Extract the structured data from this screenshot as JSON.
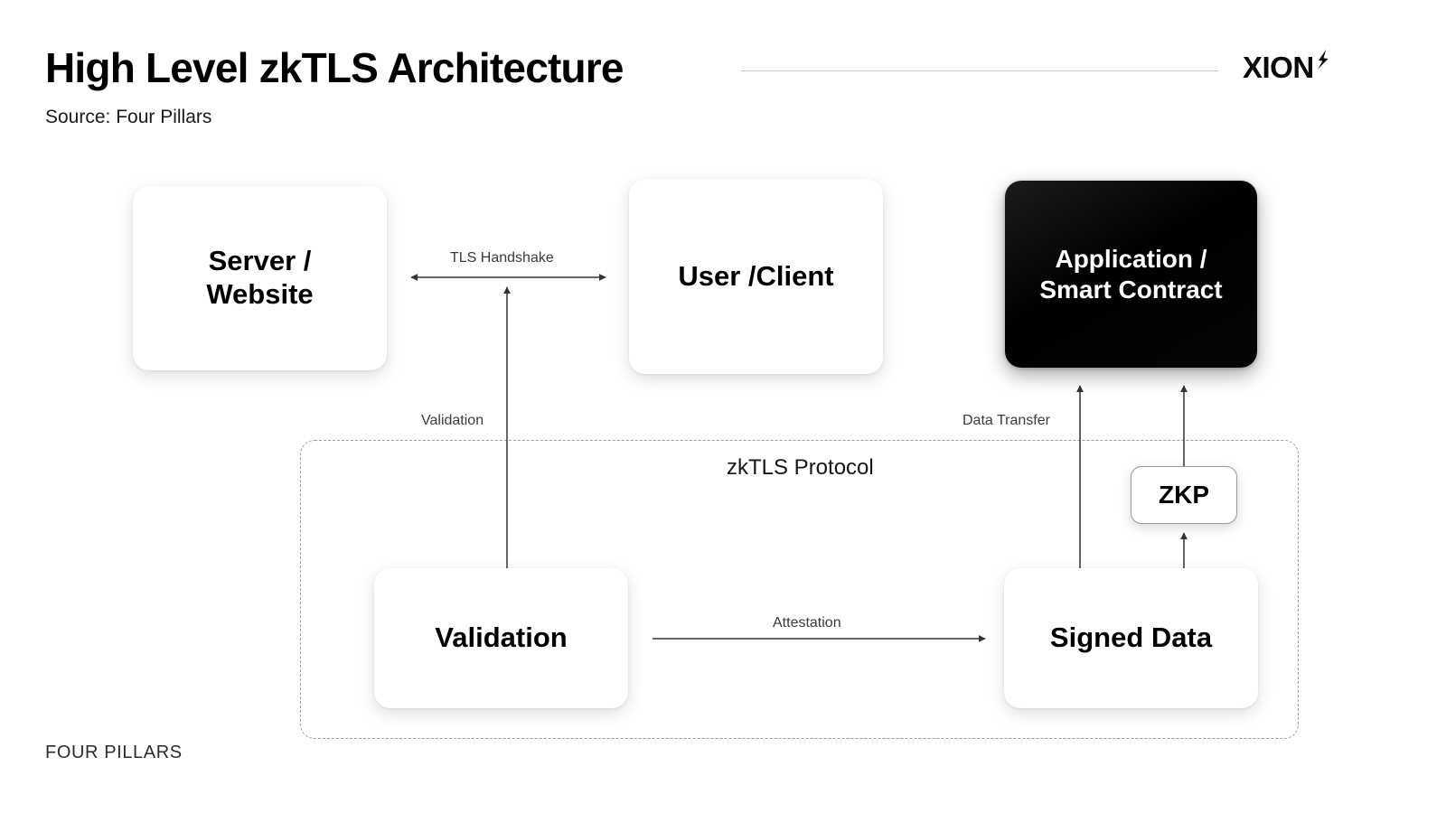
{
  "header": {
    "title": "High Level zkTLS Architecture",
    "source": "Source: Four Pillars",
    "divider": "horizontal-rule"
  },
  "brand": {
    "wordmark": "XION",
    "mark_icon": "flame-icon"
  },
  "footer": {
    "brand": "FOUR PILLARS"
  },
  "diagram": {
    "type": "architecture-flow",
    "nodes": [
      {
        "id": "server",
        "label": "Server /\nWebsite",
        "line1": "Server /",
        "line2": "Website",
        "style": "white-card"
      },
      {
        "id": "client",
        "label": "User /Client",
        "line1": "User /Client",
        "line2": "",
        "style": "white-card"
      },
      {
        "id": "app",
        "label": "Application /\nSmart Contract",
        "line1": "Application /",
        "line2": "Smart Contract",
        "style": "dark-card"
      },
      {
        "id": "zkp",
        "label": "ZKP",
        "line1": "ZKP",
        "line2": "",
        "style": "outlined-card"
      },
      {
        "id": "validation",
        "label": "Validation",
        "line1": "Validation",
        "line2": "",
        "style": "white-card"
      },
      {
        "id": "signed",
        "label": "Signed Data",
        "line1": "Signed Data",
        "line2": "",
        "style": "white-card"
      }
    ],
    "container": {
      "id": "zktls-protocol",
      "label": "zkTLS Protocol",
      "border": "dashed"
    },
    "edges": [
      {
        "id": "tls",
        "label": "TLS Handshake",
        "from": "server",
        "to": "client",
        "direction": "bidirectional"
      },
      {
        "id": "validation",
        "label": "Validation",
        "from": "validation",
        "to": "tls",
        "direction": "up"
      },
      {
        "id": "transfer",
        "label": "Data Transfer",
        "from": "signed",
        "to": "app",
        "direction": "up"
      },
      {
        "id": "zkp-out",
        "label": "",
        "from": "zkp",
        "to": "app",
        "direction": "up"
      },
      {
        "id": "zkp-in",
        "label": "",
        "from": "signed",
        "to": "zkp",
        "direction": "up"
      },
      {
        "id": "attestation",
        "label": "Attestation",
        "from": "validation",
        "to": "signed",
        "direction": "right"
      }
    ]
  },
  "colors": {
    "background": "#ffffff",
    "text": "#000000",
    "dark_card": "#000000",
    "line": "#444444",
    "dashed_border": "#9e9e9e",
    "muted_text": "#3a3a3a",
    "rule": "#c9c9c9"
  }
}
